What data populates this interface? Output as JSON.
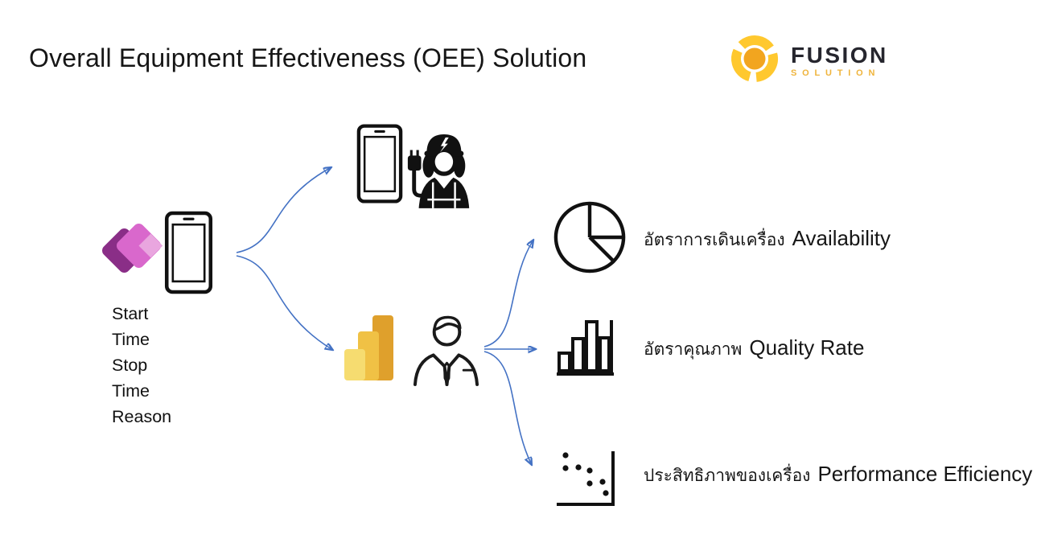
{
  "title": "Overall Equipment Effectiveness (OEE) Solution",
  "logo": {
    "name": "FUSION",
    "sub": "SOLUTION",
    "brand_yellow": "#FFC82E",
    "brand_orange": "#F2A51F",
    "brand_dark": "#26262E",
    "sub_color": "#EFB43C"
  },
  "colors": {
    "arrow_blue": "#4472C4",
    "ink": "#161616",
    "power_apps_purple": "#8A2E87",
    "power_apps_pink": "#D968CC",
    "power_apps_light_pink": "#E9A6DF",
    "power_bi_light": "#F6DC70",
    "power_bi_mid": "#F0C145",
    "power_bi_dark": "#DFA02C"
  },
  "input_node": {
    "labels": [
      "Start Time",
      "Stop Time",
      "Reason"
    ],
    "icons": [
      "power-apps-icon",
      "mobile-phone-icon"
    ]
  },
  "operator_node": {
    "icons": [
      "mobile-phone-icon",
      "technician-icon"
    ]
  },
  "analytics_node": {
    "icons": [
      "power-bi-icon",
      "analyst-icon"
    ]
  },
  "outputs": [
    {
      "icon": "pie-chart-icon",
      "thai": "อัตราการเดินเครื่อง",
      "english": "Availability"
    },
    {
      "icon": "bar-chart-icon",
      "thai": "อัตราคุณภาพ",
      "english": "Quality Rate"
    },
    {
      "icon": "scatter-plot-icon",
      "thai": "ประสิทธิภาพของเครื่อง",
      "english": "Performance Efficiency"
    }
  ]
}
